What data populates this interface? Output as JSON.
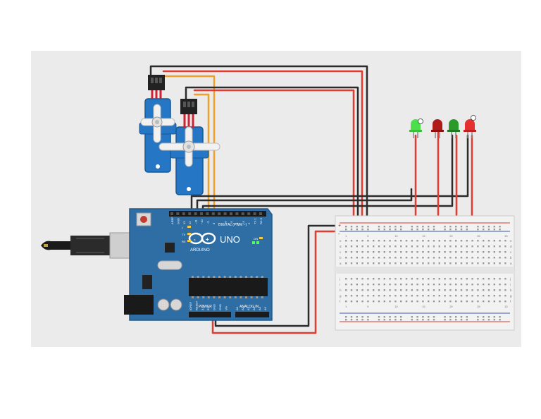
{
  "arduino": {
    "model_label": "UNO",
    "brand_label": "ARDUINO",
    "digital_header_label": "DIGITAL (PWM ~)",
    "power_header_label": "POWER",
    "analog_header_label": "ANALOG IN",
    "pin_labels_digital": [
      "AREF",
      "GND",
      "13",
      "12",
      "~11",
      "~10",
      "~9",
      "8",
      "7",
      "~6",
      "~5",
      "4",
      "~3",
      "2",
      "TX 1",
      "RX 0"
    ],
    "pin_labels_power": [
      "IOREF",
      "RESET",
      "3.3V",
      "5V",
      "GND",
      "GND",
      "Vin"
    ],
    "pin_labels_analog": [
      "A0",
      "A1",
      "A2",
      "A3",
      "A4",
      "A5"
    ],
    "led_labels": [
      "L",
      "TX",
      "RX",
      "ON"
    ]
  },
  "breadboard": {
    "column_numbers": [
      "1",
      "5",
      "10",
      "15",
      "20",
      "25",
      "30"
    ],
    "row_letters_top": [
      "a",
      "b",
      "c",
      "d",
      "e"
    ],
    "row_letters_bottom": [
      "f",
      "g",
      "h",
      "i",
      "j"
    ],
    "rail_plus": "+",
    "rail_minus": "-"
  },
  "components": {
    "servo_count": 2,
    "led_colors": [
      "#4be04b",
      "#b11a1a",
      "#2a9a2a",
      "#e63030"
    ]
  },
  "colors": {
    "background": "#ebebeb",
    "arduino_board": "#2f6ea4",
    "wire_red": "#e23b2f",
    "wire_black": "#2b2b2b",
    "wire_orange": "#f0a02a",
    "servo_body": "#2576c4"
  }
}
